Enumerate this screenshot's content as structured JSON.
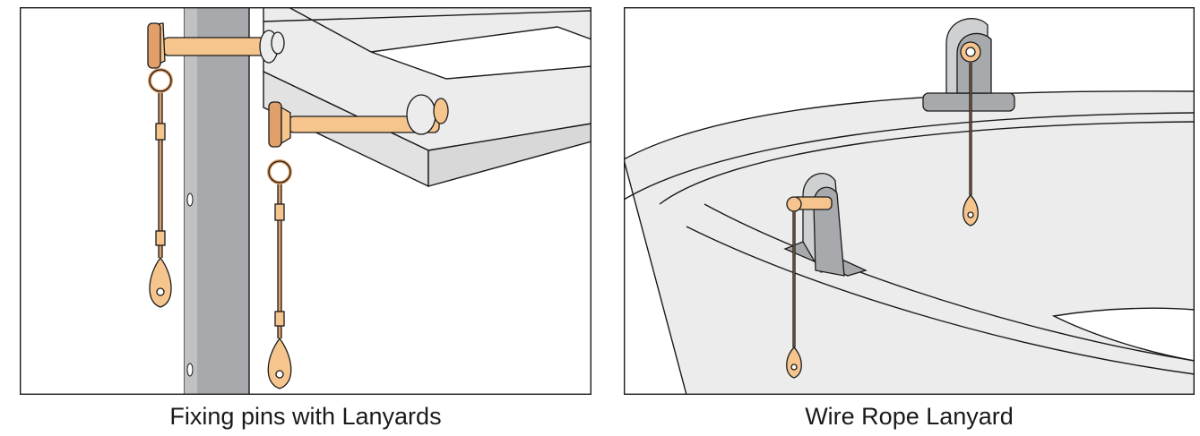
{
  "captions": {
    "left": "Fixing pins with Lanyards",
    "right": "Wire Rope Lanyard"
  },
  "colors": {
    "brass": "#f6c58e",
    "brass_dark": "#e1a06a",
    "steel": "#a7a9ac",
    "steel_light": "#cfd0d2",
    "surface": "#ececec",
    "line": "#1a1a1a"
  },
  "illustrations": {
    "left": "pin-on-post-and-frame",
    "right": "pin-on-boat-hull-brackets"
  }
}
